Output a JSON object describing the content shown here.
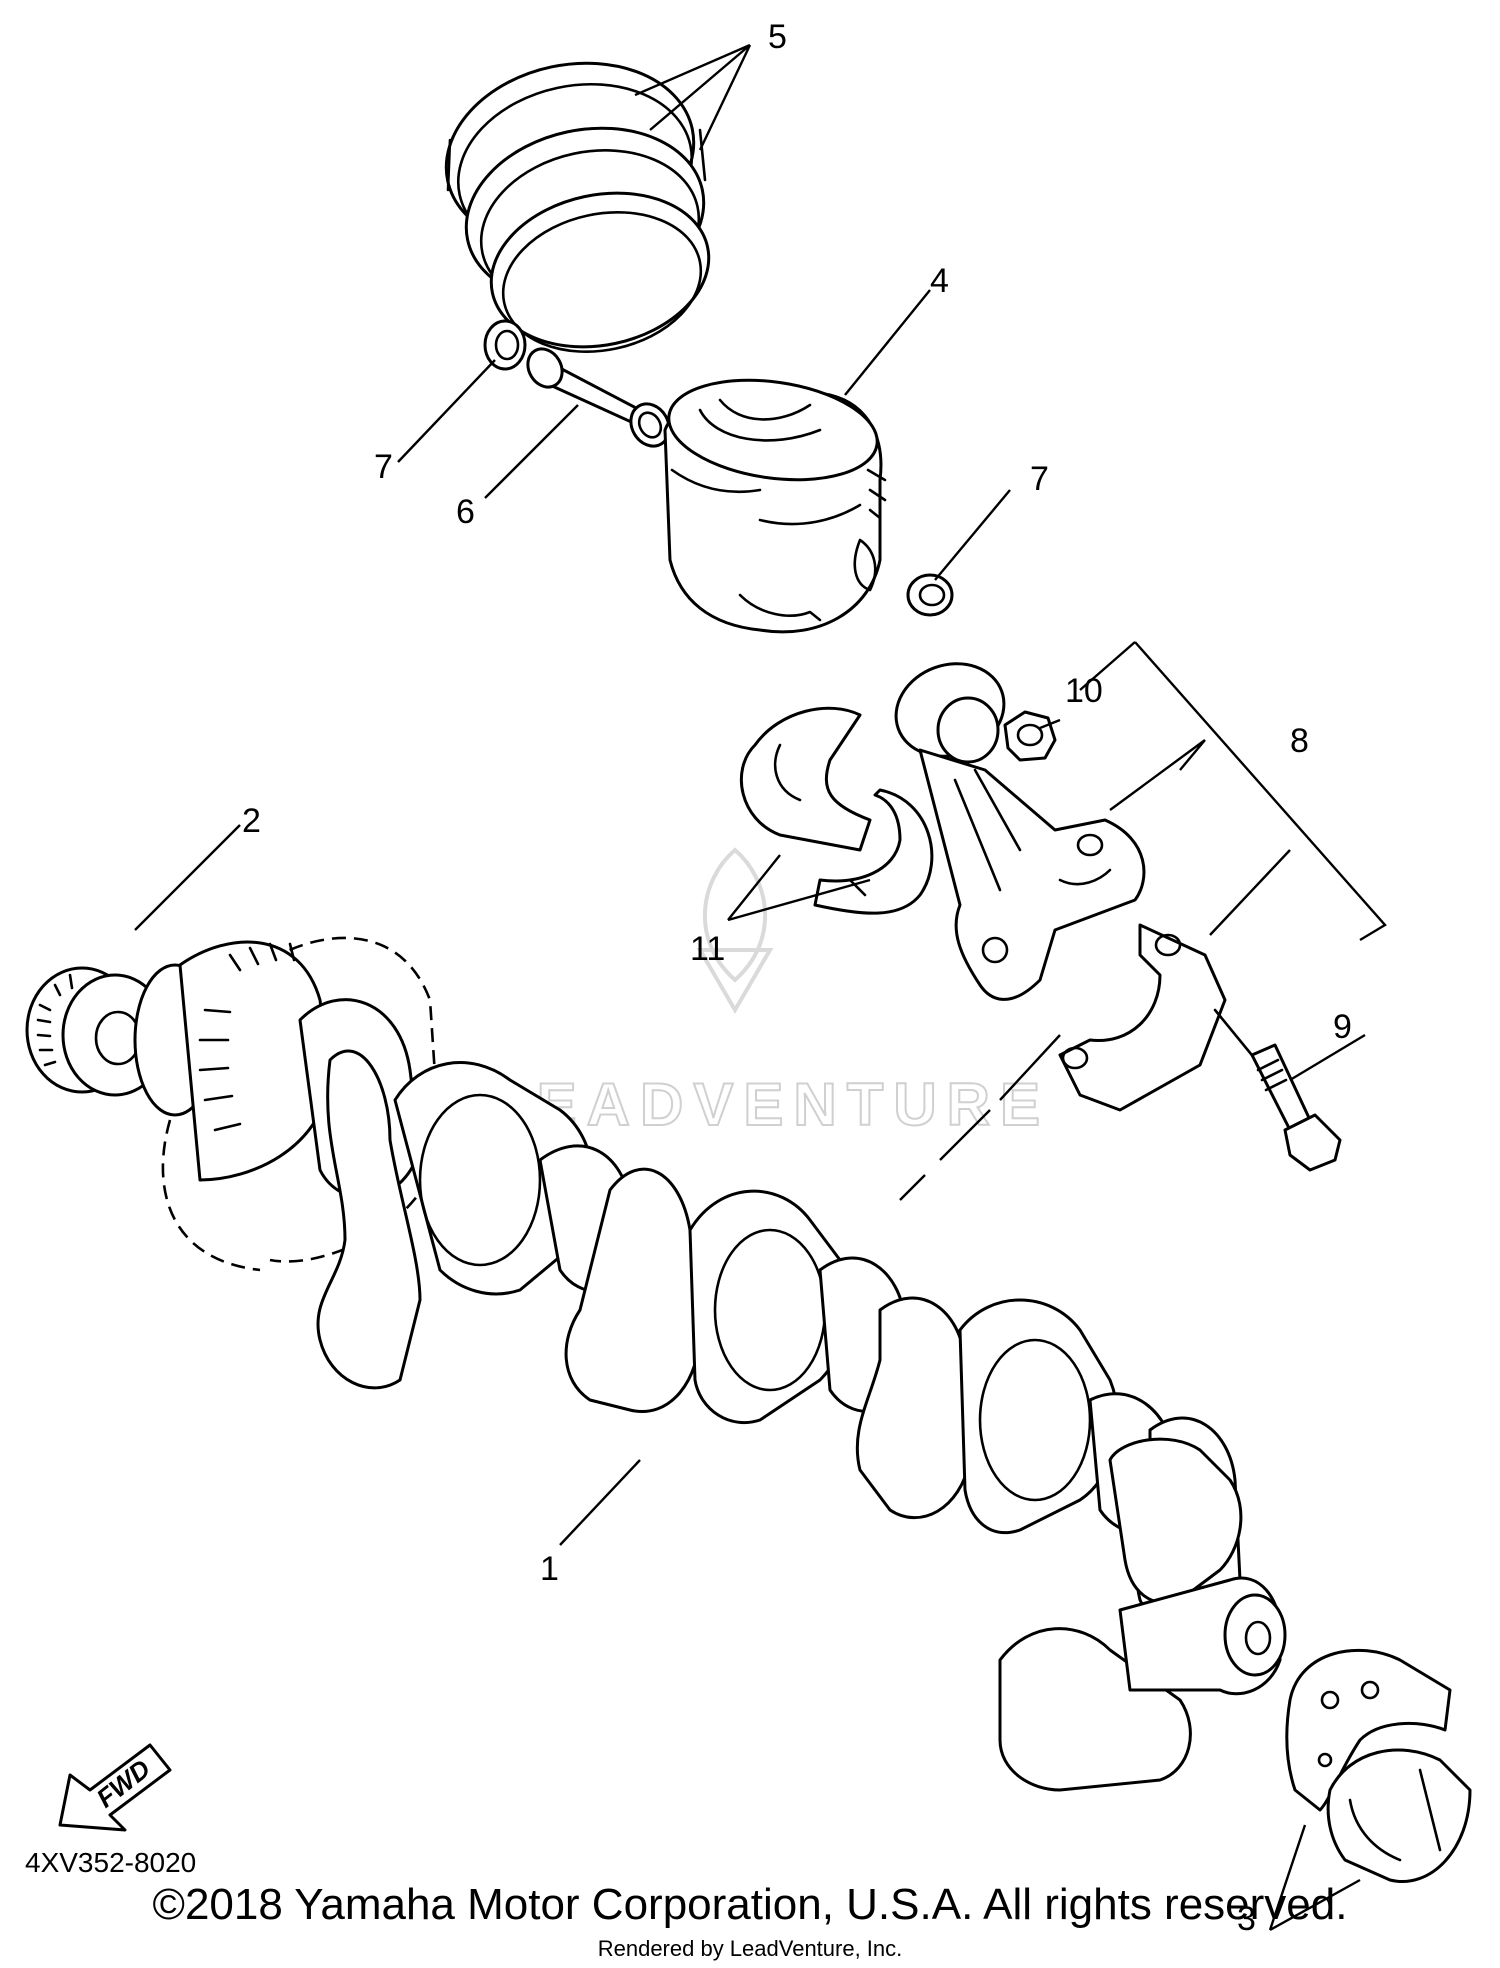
{
  "callouts": {
    "c1": "1",
    "c2": "2",
    "c3": "3",
    "c4": "4",
    "c5": "5",
    "c6": "6",
    "c7a": "7",
    "c7b": "7",
    "c8": "8",
    "c9": "9",
    "c10": "10",
    "c11": "11"
  },
  "diagram_code": "4XV352-8020",
  "fwd_label": "FWD",
  "watermark": "LEADVENTURE",
  "copyright": "©2018 Yamaha Motor Corporation, U.S.A. All rights reserved.",
  "rendered_by": "Rendered by LeadVenture, Inc."
}
